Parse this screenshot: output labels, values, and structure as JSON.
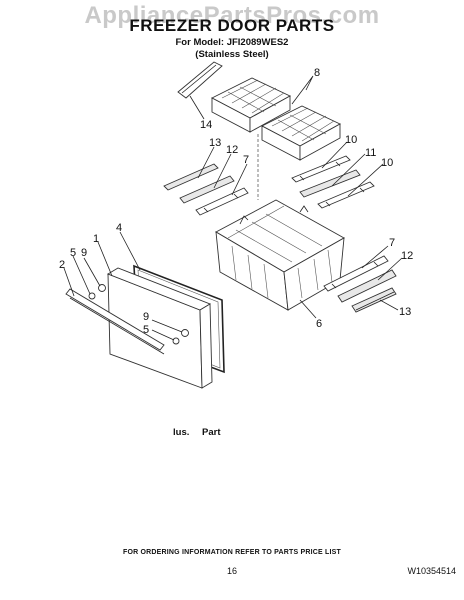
{
  "watermark": "AppliancePartsPros.com",
  "header": {
    "title": "FREEZER DOOR PARTS",
    "model": "For Model: JFI2089WES2",
    "finish": "(Stainless Steel)"
  },
  "diagram": {
    "callouts": {
      "c8": "8",
      "c14": "14",
      "c13a": "13",
      "c12a": "12",
      "c7a": "7",
      "c10a": "10",
      "c11": "11",
      "c10b": "10",
      "c4": "4",
      "c1": "1",
      "c5a": "5",
      "c9a": "9",
      "c2": "2",
      "c9b": "9",
      "c5b": "5",
      "c7b": "7",
      "c12b": "12",
      "c6": "6",
      "c13b": "13"
    }
  },
  "caption": {
    "ius": "lus.",
    "part": "Part"
  },
  "footer": {
    "ordering_note": "FOR ORDERING INFORMATION REFER TO PARTS PRICE LIST",
    "page_number": "16",
    "document_number": "W10354514"
  }
}
